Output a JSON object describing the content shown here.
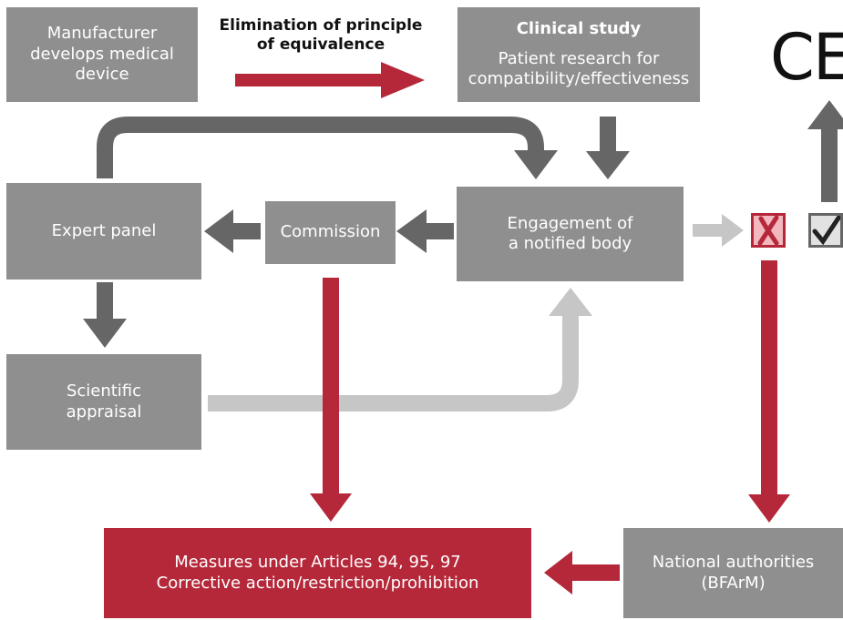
{
  "boxes": {
    "manufacturer": {
      "lines": [
        "Manufacturer",
        "develops medical",
        "device"
      ]
    },
    "clinical_study": {
      "title": "Clinical study",
      "lines": [
        "Patient research for",
        "compatibility/effectiveness"
      ]
    },
    "expert_panel": {
      "lines": [
        "Expert panel"
      ]
    },
    "commission": {
      "lines": [
        "Commission"
      ]
    },
    "notified_body": {
      "lines": [
        "Engagement of",
        "a notified body"
      ]
    },
    "scientific_appraisal": {
      "lines": [
        "Scientific",
        "appraisal"
      ]
    },
    "measures": {
      "lines": [
        "Measures under Articles 94, 95, 97",
        "Corrective action/restriction/prohibition"
      ]
    },
    "national_authorities": {
      "lines": [
        "National authorities",
        "(BFArM)"
      ]
    }
  },
  "labels": {
    "equivalence": [
      "Elimination of principle",
      "of equivalence"
    ]
  },
  "marks": {
    "ce": "CE",
    "rejected_icon": "cross-mark-icon",
    "approved_icon": "check-mark-icon"
  },
  "colors": {
    "box_gray": "#8f8f8f",
    "arrow_dark": "#666666",
    "arrow_light": "#c6c6c6",
    "accent_red": "#b5283a"
  }
}
